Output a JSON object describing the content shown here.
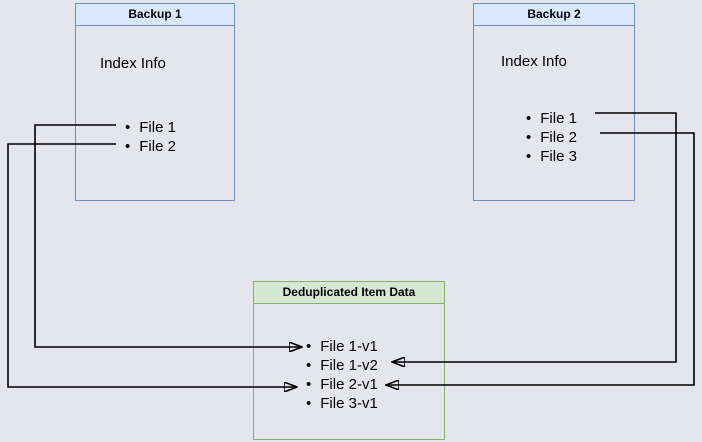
{
  "diagram": {
    "backup1": {
      "title": "Backup 1",
      "label": "Index Info",
      "files": [
        "File 1",
        "File 2"
      ]
    },
    "backup2": {
      "title": "Backup 2",
      "label": "Index Info",
      "files": [
        "File 1",
        "File 2",
        "File 3"
      ]
    },
    "dedup": {
      "title": "Deduplicated Item Data",
      "items": [
        "File 1-v1",
        "File 1-v2",
        "File 2-v1",
        "File 3-v1"
      ]
    },
    "connections": [
      {
        "from": "Backup 1 / File 1",
        "to": "File 1-v1"
      },
      {
        "from": "Backup 1 / File 2",
        "to": "File 2-v1"
      },
      {
        "from": "Backup 2 / File 1",
        "to": "File 1-v2"
      },
      {
        "from": "Backup 2 / File 2",
        "to": "File 2-v1"
      }
    ],
    "colors": {
      "background": "#e5e5ee",
      "backup_header_fill": "#dae8fc",
      "backup_border": "#6c8ebf",
      "dedup_header_fill": "#d5e8d4",
      "dedup_border": "#82b366",
      "connector": "#000000"
    }
  }
}
